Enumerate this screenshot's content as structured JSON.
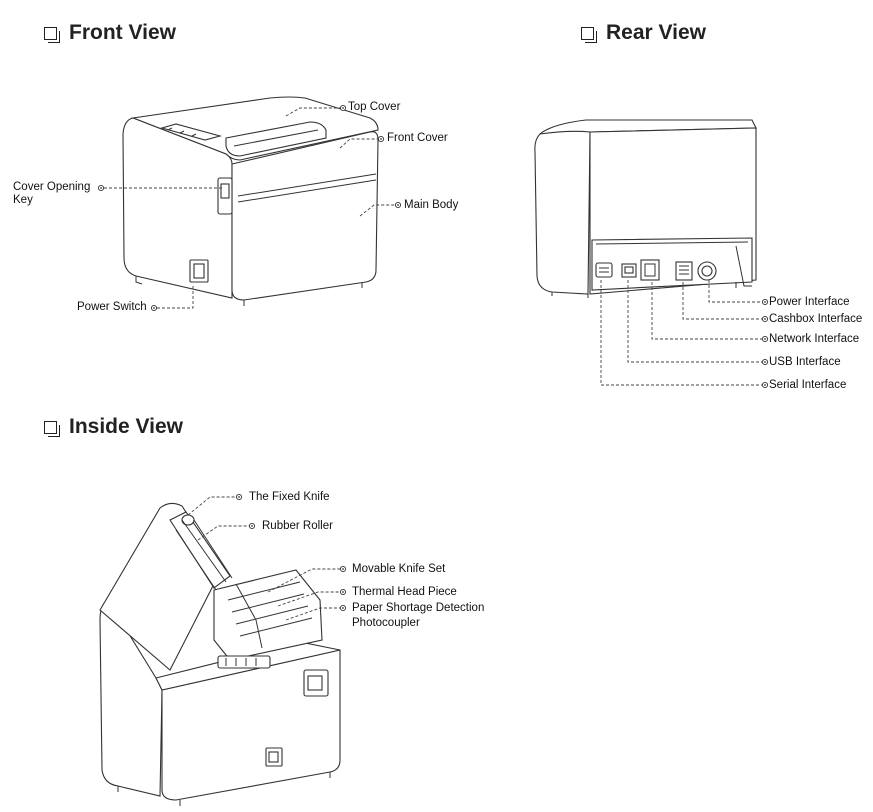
{
  "sections": {
    "front": "Front View",
    "rear": "Rear View",
    "inside": "Inside View"
  },
  "front_labels": {
    "top_cover": "Top Cover",
    "front_cover": "Front Cover",
    "cover_opening_key_1": "Cover Opening",
    "cover_opening_key_2": "Key",
    "main_body": "Main Body",
    "power_switch": "Power Switch"
  },
  "rear_labels": {
    "power_interface": "Power Interface",
    "cashbox_interface": "Cashbox Interface",
    "network_interface": "Network Interface",
    "usb_interface": "USB Interface",
    "serial_interface": "Serial Interface"
  },
  "inside_labels": {
    "fixed_knife": "The Fixed Knife",
    "rubber_roller": "Rubber Roller",
    "movable_knife": "Movable Knife Set",
    "thermal_head": "Thermal Head Piece",
    "paper_shortage_1": "Paper Shortage Detection",
    "paper_shortage_2": "Photocoupler"
  },
  "colors": {
    "line": "#333333",
    "text": "#111111",
    "background": "#ffffff"
  }
}
